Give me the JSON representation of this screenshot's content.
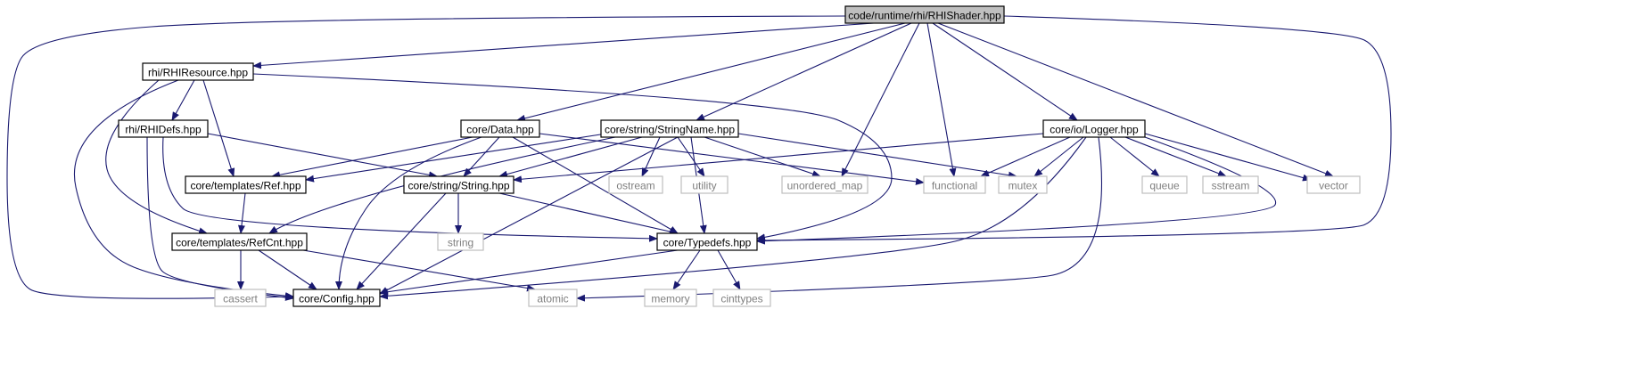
{
  "graph": {
    "nodes": [
      {
        "id": "rhishader",
        "label": "code/runtime/rhi/RHIShader.hpp",
        "style": "root"
      },
      {
        "id": "rhiresource",
        "label": "rhi/RHIResource.hpp",
        "style": "documented"
      },
      {
        "id": "rhidefs",
        "label": "rhi/RHIDefs.hpp",
        "style": "documented"
      },
      {
        "id": "data",
        "label": "core/Data.hpp",
        "style": "documented"
      },
      {
        "id": "stringname",
        "label": "core/string/StringName.hpp",
        "style": "documented"
      },
      {
        "id": "logger",
        "label": "core/io/Logger.hpp",
        "style": "documented"
      },
      {
        "id": "ref",
        "label": "core/templates/Ref.hpp",
        "style": "documented"
      },
      {
        "id": "string",
        "label": "core/string/String.hpp",
        "style": "documented"
      },
      {
        "id": "refcnt",
        "label": "core/templates/RefCnt.hpp",
        "style": "documented"
      },
      {
        "id": "typedefs",
        "label": "core/Typedefs.hpp",
        "style": "documented"
      },
      {
        "id": "config",
        "label": "core/Config.hpp",
        "style": "documented"
      },
      {
        "id": "ostream",
        "label": "ostream",
        "style": "system"
      },
      {
        "id": "utility",
        "label": "utility",
        "style": "system"
      },
      {
        "id": "unordered_map",
        "label": "unordered_map",
        "style": "system"
      },
      {
        "id": "functional",
        "label": "functional",
        "style": "system"
      },
      {
        "id": "mutex",
        "label": "mutex",
        "style": "system"
      },
      {
        "id": "queue",
        "label": "queue",
        "style": "system"
      },
      {
        "id": "sstream",
        "label": "sstream",
        "style": "system"
      },
      {
        "id": "vector",
        "label": "vector",
        "style": "system"
      },
      {
        "id": "string_std",
        "label": "string",
        "style": "system"
      },
      {
        "id": "cassert",
        "label": "cassert",
        "style": "system"
      },
      {
        "id": "atomic",
        "label": "atomic",
        "style": "system"
      },
      {
        "id": "memory",
        "label": "memory",
        "style": "system"
      },
      {
        "id": "cinttypes",
        "label": "cinttypes",
        "style": "system"
      }
    ],
    "edges": [
      {
        "from": "rhishader",
        "to": "rhiresource"
      },
      {
        "from": "rhishader",
        "to": "config"
      },
      {
        "from": "rhishader",
        "to": "data"
      },
      {
        "from": "rhishader",
        "to": "stringname"
      },
      {
        "from": "rhishader",
        "to": "unordered_map"
      },
      {
        "from": "rhishader",
        "to": "functional"
      },
      {
        "from": "rhishader",
        "to": "logger"
      },
      {
        "from": "rhishader",
        "to": "vector"
      },
      {
        "from": "rhishader",
        "to": "typedefs"
      },
      {
        "from": "rhiresource",
        "to": "rhidefs"
      },
      {
        "from": "rhiresource",
        "to": "ref"
      },
      {
        "from": "rhiresource",
        "to": "refcnt"
      },
      {
        "from": "rhiresource",
        "to": "config"
      },
      {
        "from": "rhiresource",
        "to": "typedefs"
      },
      {
        "from": "rhidefs",
        "to": "string"
      },
      {
        "from": "rhidefs",
        "to": "typedefs"
      },
      {
        "from": "rhidefs",
        "to": "config"
      },
      {
        "from": "data",
        "to": "ref"
      },
      {
        "from": "data",
        "to": "string"
      },
      {
        "from": "data",
        "to": "typedefs"
      },
      {
        "from": "data",
        "to": "config"
      },
      {
        "from": "data",
        "to": "functional"
      },
      {
        "from": "stringname",
        "to": "ref"
      },
      {
        "from": "stringname",
        "to": "refcnt"
      },
      {
        "from": "stringname",
        "to": "string"
      },
      {
        "from": "stringname",
        "to": "ostream"
      },
      {
        "from": "stringname",
        "to": "utility"
      },
      {
        "from": "stringname",
        "to": "unordered_map"
      },
      {
        "from": "stringname",
        "to": "mutex"
      },
      {
        "from": "stringname",
        "to": "typedefs"
      },
      {
        "from": "stringname",
        "to": "config"
      },
      {
        "from": "logger",
        "to": "string"
      },
      {
        "from": "logger",
        "to": "functional"
      },
      {
        "from": "logger",
        "to": "mutex"
      },
      {
        "from": "logger",
        "to": "queue"
      },
      {
        "from": "logger",
        "to": "sstream"
      },
      {
        "from": "logger",
        "to": "vector"
      },
      {
        "from": "logger",
        "to": "typedefs"
      },
      {
        "from": "logger",
        "to": "config"
      },
      {
        "from": "logger",
        "to": "atomic"
      },
      {
        "from": "ref",
        "to": "refcnt"
      },
      {
        "from": "string",
        "to": "string_std"
      },
      {
        "from": "string",
        "to": "typedefs"
      },
      {
        "from": "string",
        "to": "config"
      },
      {
        "from": "refcnt",
        "to": "cassert"
      },
      {
        "from": "refcnt",
        "to": "config"
      },
      {
        "from": "refcnt",
        "to": "atomic"
      },
      {
        "from": "typedefs",
        "to": "config"
      },
      {
        "from": "typedefs",
        "to": "memory"
      },
      {
        "from": "typedefs",
        "to": "cinttypes"
      }
    ]
  },
  "colors": {
    "edge": "#191970",
    "root_fill": "#bfbfbf",
    "root_stroke": "#000000",
    "documented_fill": "#ffffff",
    "documented_stroke": "#000000",
    "system_fill": "#ffffff",
    "system_stroke": "#bfbfbf",
    "text_dark": "#000000",
    "text_system": "#7f7f7f"
  }
}
